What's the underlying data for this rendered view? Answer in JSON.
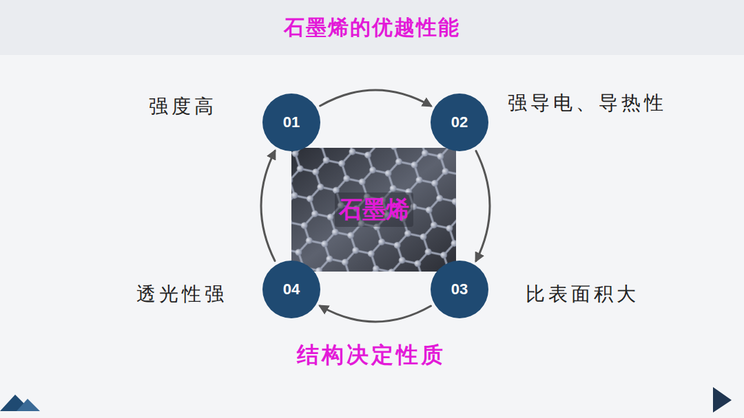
{
  "diagram": {
    "title": "石墨烯的优越性能",
    "nodes": [
      {
        "text": [
          "01",
          "强度高"
        ]
      },
      {
        "text": [
          "02",
          "强导电、导热性"
        ]
      },
      {
        "text": [
          "03",
          "比表面积大"
        ]
      },
      {
        "text": [
          "04",
          "透光性强"
        ]
      },
      {
        "text": [
          "石墨烯"
        ]
      }
    ],
    "edges": [
      {
        "from": 0,
        "to": 1,
        "arrow": "to"
      },
      {
        "from": 1,
        "to": 2,
        "arrow": "to"
      },
      {
        "from": 2,
        "to": 3,
        "arrow": "to"
      },
      {
        "from": 3,
        "to": 0,
        "arrow": "to"
      }
    ],
    "labels": [
      "结构决定性质"
    ]
  }
}
